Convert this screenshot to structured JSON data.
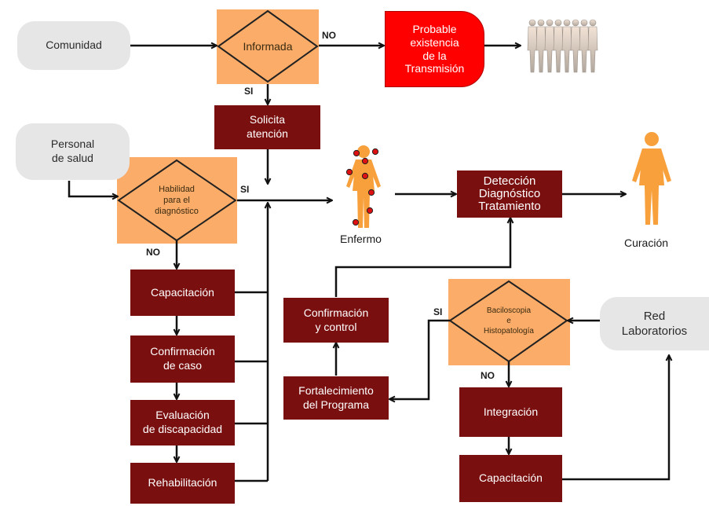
{
  "nodes": {
    "comunidad": "Comunidad",
    "informada": "Informada",
    "probable": "Probable\nexistencia\nde la\nTransmisión",
    "solicita": "Solicita\natención",
    "personal": "Personal\nde salud",
    "habilidad": "Habilidad\npara el\ndiagnóstico",
    "enfermo": "Enfermo",
    "deteccion": "Detección\nDiagnóstico\nTratamiento",
    "curacion": "Curación",
    "capacitacion_left": "Capacitación",
    "confirmacion_caso": "Confirmación\nde caso",
    "evaluacion": "Evaluación\nde discapacidad",
    "rehabilitacion": "Rehabilitación",
    "confirmacion_control": "Confirmación\ny control",
    "fortalecimiento": "Fortalecimiento\ndel Programa",
    "baciloscopia": "Baciloscopia\ne\nHistopatología",
    "red": "Red\nLaboratorios",
    "integracion": "Integración",
    "capacitacion_right": "Capacitación"
  },
  "edge_labels": {
    "no_top": "NO",
    "si_top": "SI",
    "si_habilidad": "SI",
    "no_habilidad": "NO",
    "si_bacilo": "SI",
    "no_bacilo": "NO"
  },
  "icons": {
    "crowd": "crowd-icon",
    "sick_person": "sick-person-icon",
    "healthy_person": "healthy-person-icon"
  },
  "colors": {
    "diamond_fill": "#fbac68",
    "dark_box": "#7a0f0f",
    "red_terminal": "#ff0000",
    "grey_box": "#e6e6e6",
    "person_orange": "#f7a03c",
    "lesion_red": "#dd1111"
  }
}
